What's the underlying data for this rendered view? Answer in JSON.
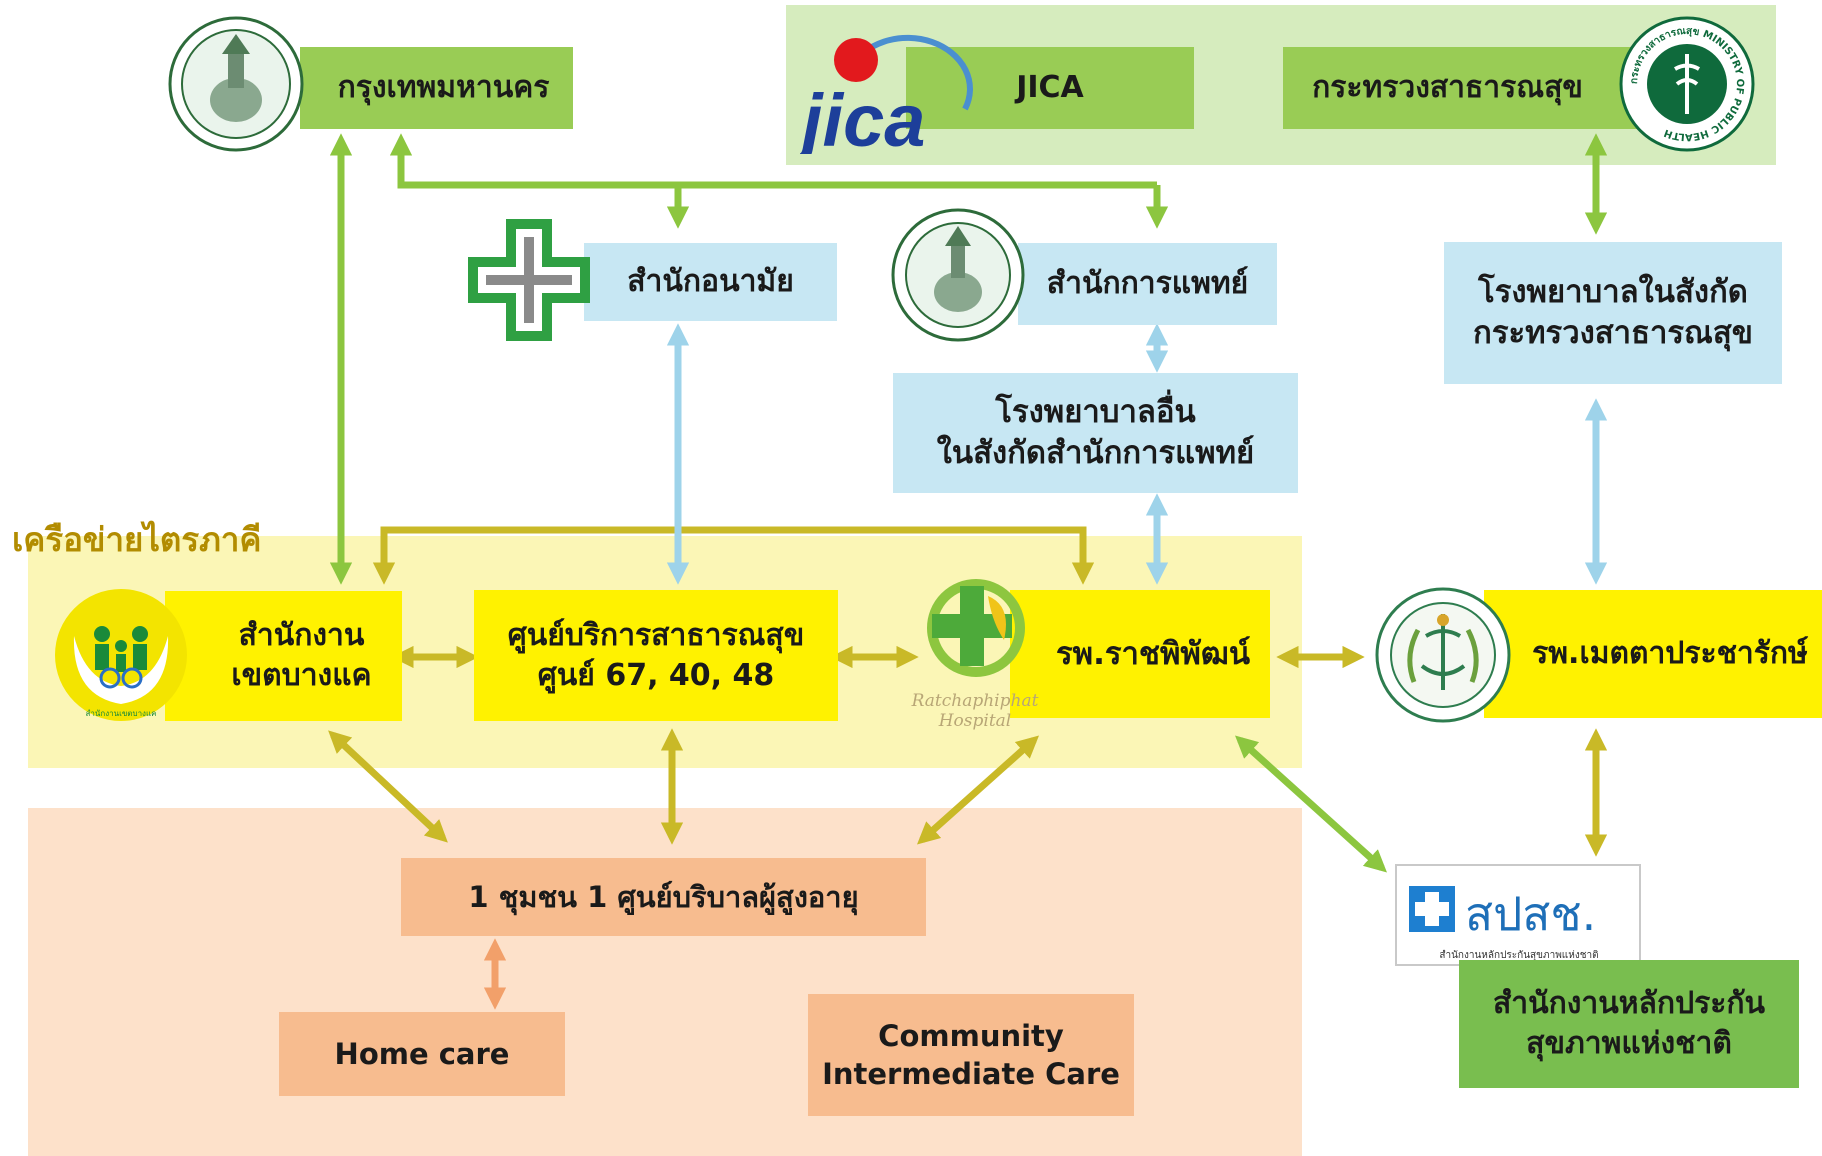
{
  "network_label": "เครือข่ายไตรภาคี",
  "colors": {
    "green_box": "#99cc55",
    "blue_box": "#c7e7f3",
    "yellow_box": "#fff200",
    "orange_box": "#f7bc8f",
    "green_arrow": "#8cc63f",
    "olive_arrow": "#c9b927",
    "blue_arrow": "#9ed3ea",
    "orange_arrow": "#f2a06a"
  },
  "nodes": {
    "bangkok": {
      "label": "กรุงเทพมหานคร",
      "icon": "bangkok-seal-icon"
    },
    "jica": {
      "label": "JICA",
      "logo_text": "jica",
      "icon": "jica-logo-icon"
    },
    "moph": {
      "label": "กระทรวงสาธารณสุข",
      "seal_text": "กระทรวงสาธารณสุข MINISTRY OF PUBLIC HEALTH",
      "icon": "moph-seal-icon"
    },
    "health_dept": {
      "label": "สำนักอนามัย",
      "icon": "health-cross-icon"
    },
    "medical_dept": {
      "label": "สำนักการแพทย์",
      "icon": "medical-dept-seal-icon"
    },
    "moph_hospitals": {
      "line1": "โรงพยาบาลในสังกัด",
      "line2": "กระทรวงสาธารณสุข"
    },
    "other_hospitals": {
      "line1": "โรงพยาบาลอื่น",
      "line2": "ในสังกัดสำนักการแพทย์"
    },
    "district_office": {
      "line1": "สำนักงาน",
      "line2": "เขตบางแค",
      "logo_caption": "สำนักงานเขตบางแค",
      "icon": "family-hands-icon"
    },
    "health_center": {
      "line1": "ศูนย์บริการสาธารณสุข",
      "line2": "ศูนย์ 67, 40, 48"
    },
    "ratchaphiphat": {
      "label": "รพ.ราชพิพัฒน์",
      "logo_line1": "Ratchaphiphat",
      "logo_line2": "Hospital",
      "icon": "ratchaphiphat-logo-icon"
    },
    "metta": {
      "label": "รพ.เมตตาประชารักษ์",
      "icon": "metta-seal-icon"
    },
    "elderly_center": {
      "label": "1 ชุมชน 1 ศูนย์บริบาลผู้สูงอายุ"
    },
    "home_care": {
      "label": "Home care"
    },
    "cic": {
      "line1": "Community",
      "line2": "Intermediate Care"
    },
    "nhso": {
      "logo_text": "สปสช.",
      "logo_caption": "สำนักงานหลักประกันสุขภาพแห่งชาติ",
      "line1": "สำนักงานหลักประกัน",
      "line2": "สุขภาพแห่งชาติ",
      "icon": "nhso-logo-icon"
    }
  }
}
